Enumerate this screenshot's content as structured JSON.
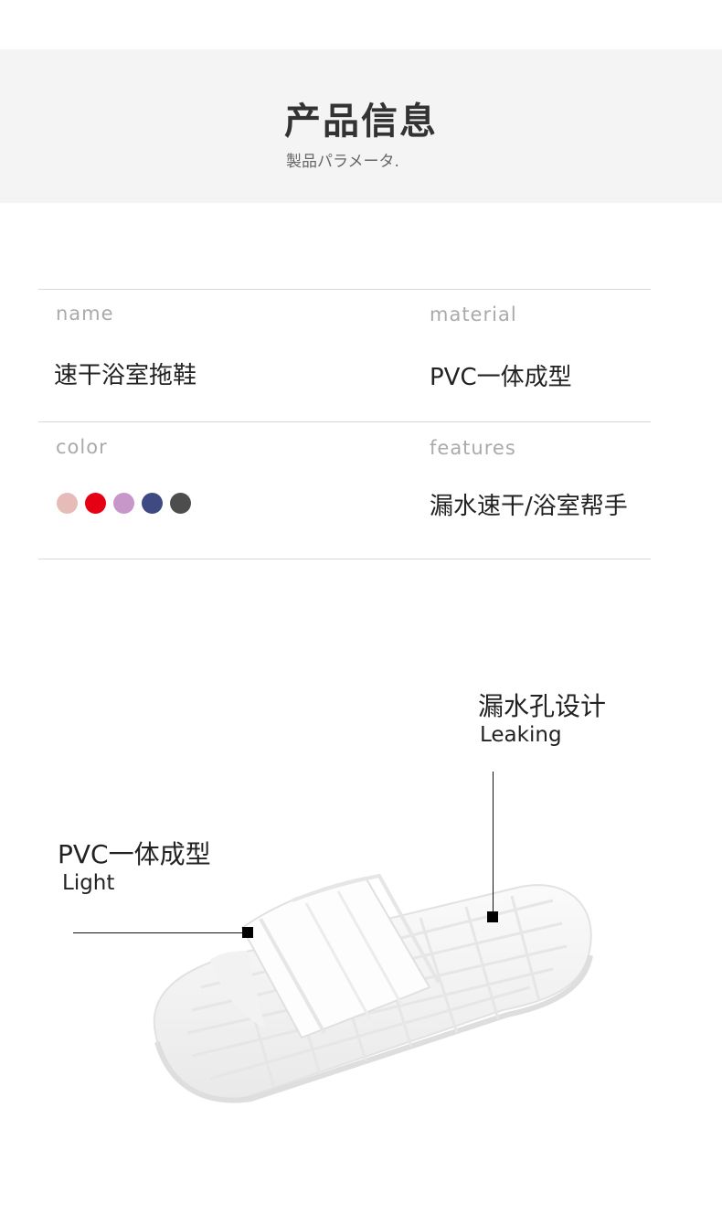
{
  "header": {
    "title": "产品信息",
    "subtitle": "製品パラメータ."
  },
  "specs": {
    "name_label": "name",
    "name_value": "速干浴室拖鞋",
    "material_label": "material",
    "material_value": "PVC一体成型",
    "color_label": "color",
    "features_label": "features",
    "features_value": "漏水速干/浴室帮手",
    "colors": [
      "#e6bcb9",
      "#e50014",
      "#c897c9",
      "#3e4a82",
      "#4d4d4d"
    ]
  },
  "callouts": {
    "leaking_title": "漏水孔设计",
    "leaking_sub": "Leaking",
    "light_title": "PVC一体成型",
    "light_sub": "Light"
  },
  "product": {
    "icon": "slipper-illustration"
  }
}
